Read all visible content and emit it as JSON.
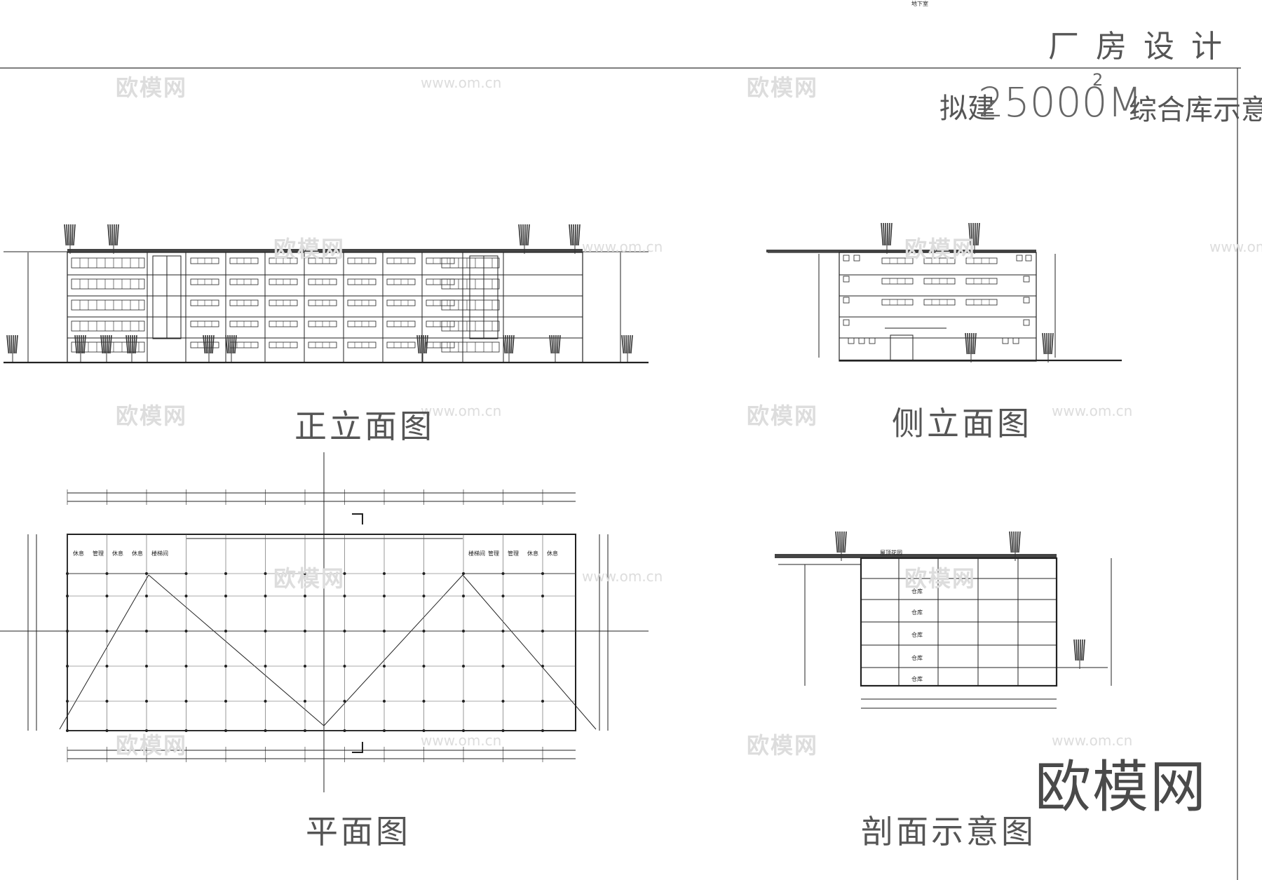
{
  "sheet": {
    "header_title": "厂房设计",
    "subtitle_prefix": "拟建",
    "subtitle_area": "25000M",
    "subtitle_sup": "2",
    "subtitle_suffix": "综合库示意图"
  },
  "captions": {
    "front_elevation": "正立面图",
    "side_elevation": "侧立面图",
    "floor_plan": "平面图",
    "section": "剖面示意图"
  },
  "plan_rooms": {
    "left": [
      "休息",
      "管理",
      "休息",
      "休息",
      "楼梯间"
    ],
    "right": [
      "楼梯间",
      "管理",
      "管理",
      "休息",
      "休息"
    ]
  },
  "section_labels": [
    "屋顶花园",
    "仓库",
    "仓库",
    "仓库",
    "仓库",
    "仓库",
    "地下室"
  ],
  "watermark": {
    "logo_text": "欧模网",
    "url_text": "www.om.cn"
  },
  "brand_text": "欧模网",
  "colors": {
    "line": "#222222",
    "text": "#555555",
    "watermark": "#dddddd"
  }
}
